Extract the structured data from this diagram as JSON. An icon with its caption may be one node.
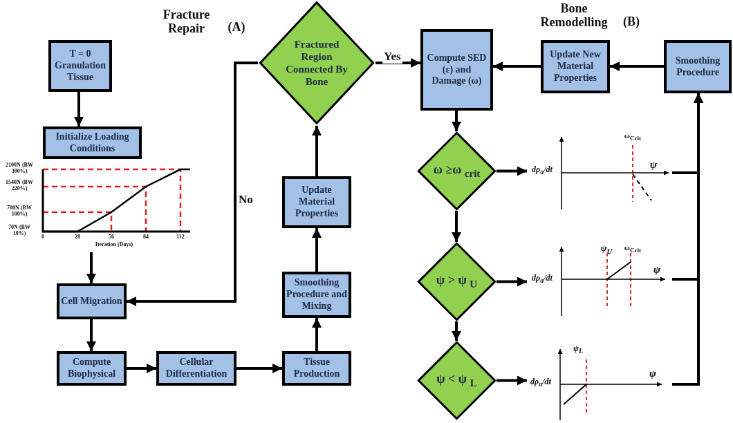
{
  "diagram": {
    "nodes": [
      {
        "text": [
          "T = 0 Granulation Tissue"
        ]
      },
      {
        "text": [
          "Initialize Loading Conditions"
        ]
      },
      {
        "text": [],
        "shape": "chart"
      },
      {
        "text": [
          "Cell Migration"
        ]
      },
      {
        "text": [
          "Compute Biophysical"
        ]
      },
      {
        "text": [
          "Cellular Differentiation"
        ]
      },
      {
        "text": [
          "Tissue Production"
        ]
      },
      {
        "text": [
          "Smoothing Procedure and Mixing"
        ]
      },
      {
        "text": [
          "Update Material Properties"
        ]
      },
      {
        "text": [
          "Fractured Region Connected By Bone"
        ]
      },
      {
        "text": [
          "Compute SED (ε) and Damage (ω)"
        ]
      },
      {
        "text": [
          "Update New Material Properties"
        ]
      },
      {
        "text": [
          "Smoothing Procedure"
        ]
      },
      {
        "text": [
          "ω ≥ω $_{crit}$"
        ]
      },
      {
        "text": [
          "ψ > ψ $_{U}$"
        ]
      },
      {
        "text": [
          "ψ < ψ $_{L}$"
        ]
      },
      {
        "text": [],
        "shape": "chart",
        "beside": [
          "dρ$_{a}$/dt"
        ]
      },
      {
        "text": [],
        "shape": "chart",
        "beside": [
          "dρ$_{a}$/dt"
        ]
      },
      {
        "text": [],
        "shape": "chart",
        "beside": [
          "dρ$_{a}$/dt"
        ]
      }
    ],
    "edges": [
      {
        "from": 0,
        "to": 1,
        "arrow": "to"
      },
      {
        "from": 2,
        "to": 3,
        "arrow": "to"
      },
      {
        "from": 3,
        "to": 4,
        "arrow": "to"
      },
      {
        "from": 4,
        "to": 5,
        "arrow": "to"
      },
      {
        "from": 5,
        "to": 6,
        "arrow": "to"
      },
      {
        "from": 6,
        "to": 7,
        "arrow": "to"
      },
      {
        "from": 7,
        "to": 8,
        "arrow": "to"
      },
      {
        "from": 8,
        "to": 9,
        "arrow": "to"
      },
      {
        "from": 9,
        "to": 10,
        "arrow": "to",
        "label": "Yes"
      },
      {
        "from": 9,
        "to": 3,
        "arrow": "to",
        "label": "No"
      },
      {
        "from": 12,
        "to": 11,
        "arrow": "to"
      },
      {
        "from": 11,
        "to": 10,
        "arrow": "to"
      },
      {
        "from": 10,
        "to": 13,
        "arrow": "to"
      },
      {
        "from": 13,
        "to": 14,
        "arrow": "to"
      },
      {
        "from": 14,
        "to": 15,
        "arrow": "to"
      },
      {
        "from": 13,
        "to": 16,
        "arrow": "to"
      },
      {
        "from": 14,
        "to": 17,
        "arrow": "to"
      },
      {
        "from": 15,
        "to": 18,
        "arrow": "to"
      },
      {
        "from": 16,
        "to": 12,
        "arrow": "to"
      },
      {
        "from": 17,
        "to": 12,
        "arrow": "to"
      },
      {
        "from": 18,
        "to": 12,
        "arrow": "to"
      }
    ],
    "labels": [
      "Fracture Repair",
      "(A)",
      "Bone Remodelling",
      "(B)",
      "ω$_{Crit}$",
      "ψ",
      "ψ$_{U}$",
      "ω$_{Crit}$",
      "ψ",
      "ψ$_{L}$",
      "ψ",
      "2100N (BW 300%)",
      "1540N (BW 220%)",
      "700N (BW 100%)",
      "70N (BW 10%)",
      "0",
      "28",
      "56",
      "84",
      "112",
      "Iteration (Days)"
    ]
  }
}
